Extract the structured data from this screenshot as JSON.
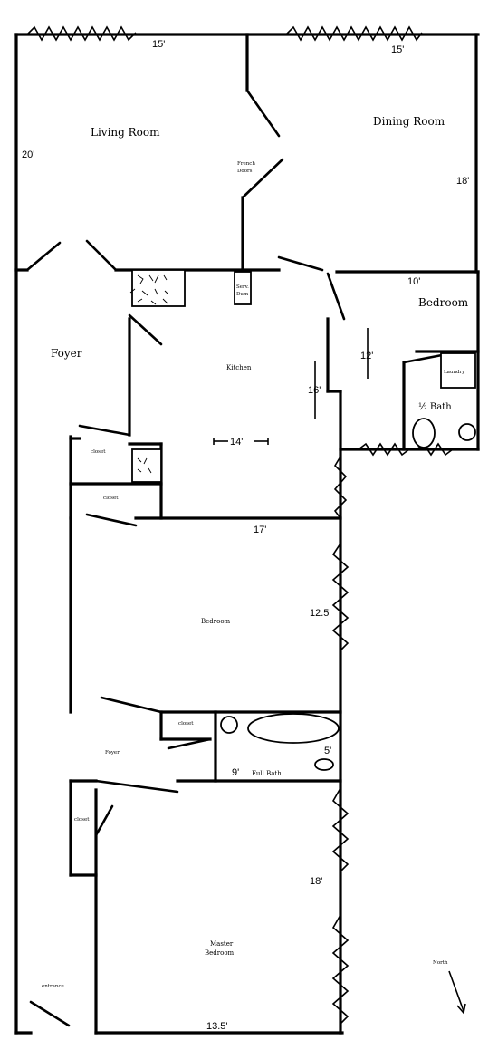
{
  "rooms": {
    "living_room": "Living Room",
    "dining_room": "Dining Room",
    "french_doors": [
      "French",
      "Doors"
    ],
    "bedroom_top": "Bedroom",
    "foyer_top": "Foyer",
    "kitchen": "Kitchen",
    "laundry": "Laundry",
    "half_bath": "½ Bath",
    "closet_1": "closet",
    "closet_2": "closet",
    "bedroom_mid": "Bedroom",
    "closet_3": "closet",
    "foyer_low": "Foyer",
    "full_bath": "Full Bath",
    "closet_4": "closet",
    "master_bedroom": [
      "Master",
      "Bedroom"
    ],
    "entrance": "entrance",
    "north": "North",
    "small_label": [
      "Serv.",
      "Dum"
    ]
  },
  "dimensions": {
    "living_width": "15'",
    "dining_width": "15'",
    "living_depth": "20'",
    "dining_depth": "18'",
    "bedroom_top_width": "10'",
    "bedroom_top_depth": "12'",
    "kitchen_width": "14'",
    "kitchen_depth": "16'",
    "bedroom_mid_width": "17'",
    "bedroom_mid_depth": "12.5'",
    "bath_width": "9'",
    "bath_depth": "5'",
    "master_depth": "18'",
    "master_width": "13.5'"
  }
}
